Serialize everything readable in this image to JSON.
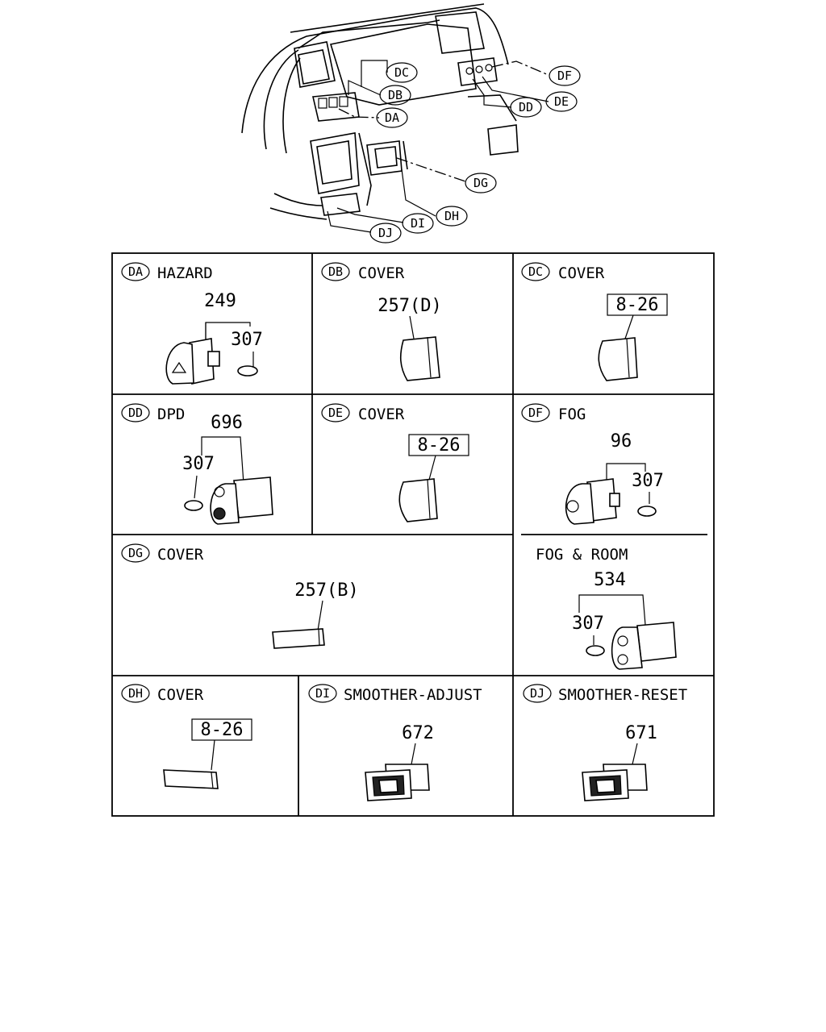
{
  "overview": {
    "callouts": {
      "dc": "DC",
      "db": "DB",
      "da": "DA",
      "df": "DF",
      "de": "DE",
      "dd": "DD",
      "dg": "DG",
      "dh": "DH",
      "di": "DI",
      "dj": "DJ"
    }
  },
  "cells": {
    "da": {
      "code": "DA",
      "title": "HAZARD",
      "part": "249",
      "bulb": "307"
    },
    "db": {
      "code": "DB",
      "title": "COVER",
      "part": "257(D)"
    },
    "dc": {
      "code": "DC",
      "title": "COVER",
      "ref": "8-26"
    },
    "dd": {
      "code": "DD",
      "title": "DPD",
      "part": "696",
      "bulb": "307"
    },
    "de": {
      "code": "DE",
      "title": "COVER",
      "ref": "8-26"
    },
    "df": {
      "code": "DF",
      "title": "FOG",
      "part": "96",
      "bulb": "307"
    },
    "dg": {
      "code": "DG",
      "title": "COVER",
      "part": "257(B)"
    },
    "fogroom": {
      "title": "FOG & ROOM",
      "part": "534",
      "bulb": "307"
    },
    "dh": {
      "code": "DH",
      "title": "COVER",
      "ref": "8-26"
    },
    "di": {
      "code": "DI",
      "title": "SMOOTHER-ADJUST",
      "part": "672"
    },
    "dj": {
      "code": "DJ",
      "title": "SMOOTHER-RESET",
      "part": "671"
    }
  }
}
